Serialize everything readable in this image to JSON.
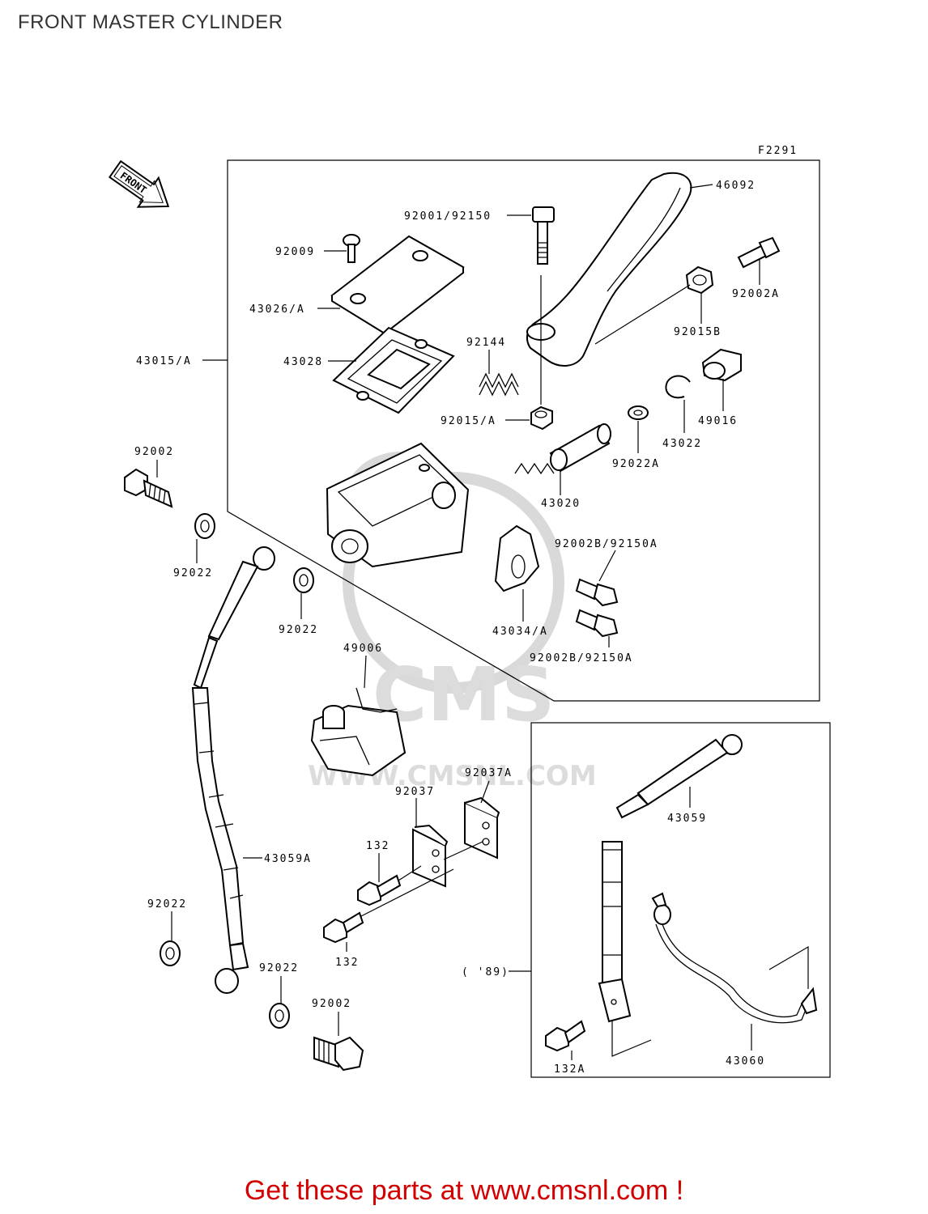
{
  "title": "FRONT MASTER CYLINDER",
  "figure_code": "F2291",
  "front_arrow_text": "FRONT",
  "watermark": {
    "logo_text": "CMS",
    "url_text": "WWW.CMSNL.COM"
  },
  "labels": {
    "p46092": "46092",
    "p92001_92150": "92001/92150",
    "p92009": "92009",
    "p92002A": "92002A",
    "p43026A": "43026/A",
    "p92015B": "92015B",
    "p43015A": "43015/A",
    "p92144": "92144",
    "p43028": "43028",
    "p49016": "49016",
    "p92015A": "92015/A",
    "p43022": "43022",
    "p92022A": "92022A",
    "p92002_top": "92002",
    "p43020": "43020",
    "p92002B_92150A_1": "92002B/92150A",
    "p92022_1": "92022",
    "p92022_2": "92022",
    "p43034A": "43034/A",
    "p92002B_92150A_2": "92002B/92150A",
    "p49006": "49006",
    "p92037A": "92037A",
    "p92037": "92037",
    "p43059": "43059",
    "p132_1": "132",
    "p43059A": "43059A",
    "p92022_3": "92022",
    "p132_2": "132",
    "p89": "( '89)",
    "p92022_4": "92022",
    "p92002_bottom": "92002",
    "p132A": "132A",
    "p43060": "43060"
  },
  "footer": {
    "text": "Get these parts at www.cmsnl.com !",
    "color": "#d20000"
  }
}
